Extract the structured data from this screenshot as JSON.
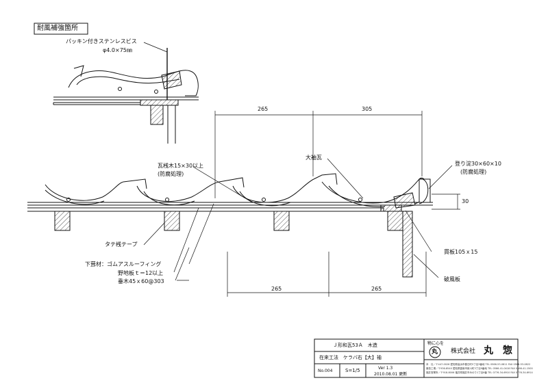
{
  "section_title": "耐風補強箇所",
  "annotations": {
    "screw": "パッキン付きステンレスビス",
    "screw_size": "φ4.0×75㎜",
    "batten": "瓦桟木15×30以上",
    "batten_note": "(防腐処理)",
    "sode_tile": "大袖瓦",
    "nobori": "登り淀30×60×10",
    "nobori_note": "(防腐処理)",
    "tate_tape": "タテ桟テープ",
    "underlay": "下葺材：ゴムアスルーフィング",
    "sheathing": "野地板ｔ＝12以上",
    "rafter": "垂木45ｘ60@303",
    "nukiita": "貫板105ｘ15",
    "hafu": "破風板"
  },
  "dimensions": {
    "top_left": "265",
    "top_right": "305",
    "bottom_left": "265",
    "bottom_right": "265",
    "height": "30"
  },
  "title_block": {
    "product": "Ｊ形和瓦53Ａ　木造",
    "method": "在来工法　ケラバ右【大】袖",
    "number": "No.004",
    "scale": "S=1/5",
    "version": "Ver 1.3",
    "date": "2010.08.01 更新",
    "slogan": "物に心を",
    "logo_char": "丸",
    "company_prefix": "株式会社",
    "company_name": "丸　惣",
    "offices": [
      "本　社／〒447-0026 愛知県高浜市春日町5丁目3番地  TEL 0566-53-0811  FAX 0566-53-0822",
      "鹿島工場／〒936-8540 愛知県碧南市新川町3丁目9番地  TEL 0566-41-0418  FAX 0566-41-1500",
      "福井営業所／〒918-8006 福井県福井市みのり1丁目6番  TEL 0776-34-6910  FAX 0776-34-6914"
    ]
  }
}
